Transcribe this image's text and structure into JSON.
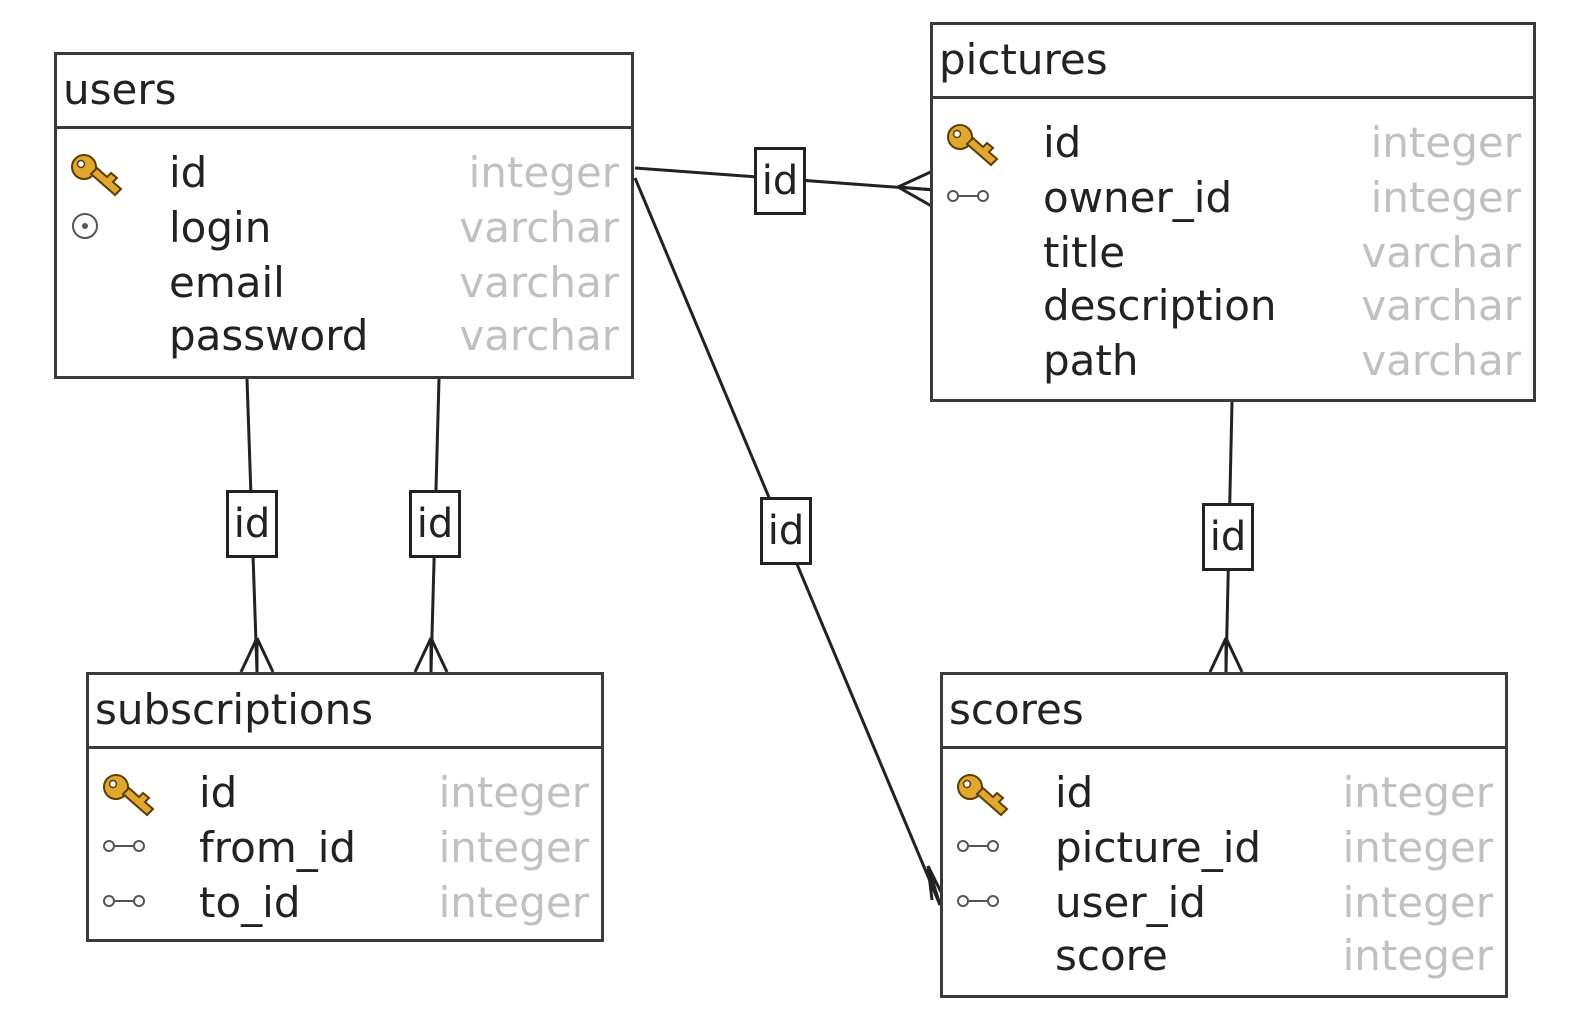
{
  "entities": {
    "users": {
      "name": "users",
      "fields": [
        {
          "name": "id",
          "type": "integer",
          "icon": "primary-key-icon"
        },
        {
          "name": "login",
          "type": "varchar",
          "icon": "unique-index-icon"
        },
        {
          "name": "email",
          "type": "varchar",
          "icon": ""
        },
        {
          "name": "password",
          "type": "varchar",
          "icon": ""
        }
      ]
    },
    "pictures": {
      "name": "pictures",
      "fields": [
        {
          "name": "id",
          "type": "integer",
          "icon": "primary-key-icon"
        },
        {
          "name": "owner_id",
          "type": "integer",
          "icon": "foreign-key-icon"
        },
        {
          "name": "title",
          "type": "varchar",
          "icon": ""
        },
        {
          "name": "description",
          "type": "varchar",
          "icon": ""
        },
        {
          "name": "path",
          "type": "varchar",
          "icon": ""
        }
      ]
    },
    "subscriptions": {
      "name": "subscriptions",
      "fields": [
        {
          "name": "id",
          "type": "integer",
          "icon": "primary-key-icon"
        },
        {
          "name": "from_id",
          "type": "integer",
          "icon": "foreign-key-icon"
        },
        {
          "name": "to_id",
          "type": "integer",
          "icon": "foreign-key-icon"
        }
      ]
    },
    "scores": {
      "name": "scores",
      "fields": [
        {
          "name": "id",
          "type": "integer",
          "icon": "primary-key-icon"
        },
        {
          "name": "picture_id",
          "type": "integer",
          "icon": "foreign-key-icon"
        },
        {
          "name": "user_id",
          "type": "integer",
          "icon": "foreign-key-icon"
        },
        {
          "name": "score",
          "type": "integer",
          "icon": ""
        }
      ]
    }
  },
  "relations": [
    {
      "from": "users",
      "to": "pictures",
      "label": "id"
    },
    {
      "from": "users",
      "to": "subscriptions",
      "label": "id"
    },
    {
      "from": "users",
      "to": "subscriptions",
      "label": "id"
    },
    {
      "from": "users",
      "to": "scores",
      "label": "id"
    },
    {
      "from": "pictures",
      "to": "scores",
      "label": "id"
    }
  ],
  "colors": {
    "border": "#3a3a3a",
    "text": "#222222",
    "type_text": "#c0c0c0",
    "key_fill": "#e0a82e"
  }
}
